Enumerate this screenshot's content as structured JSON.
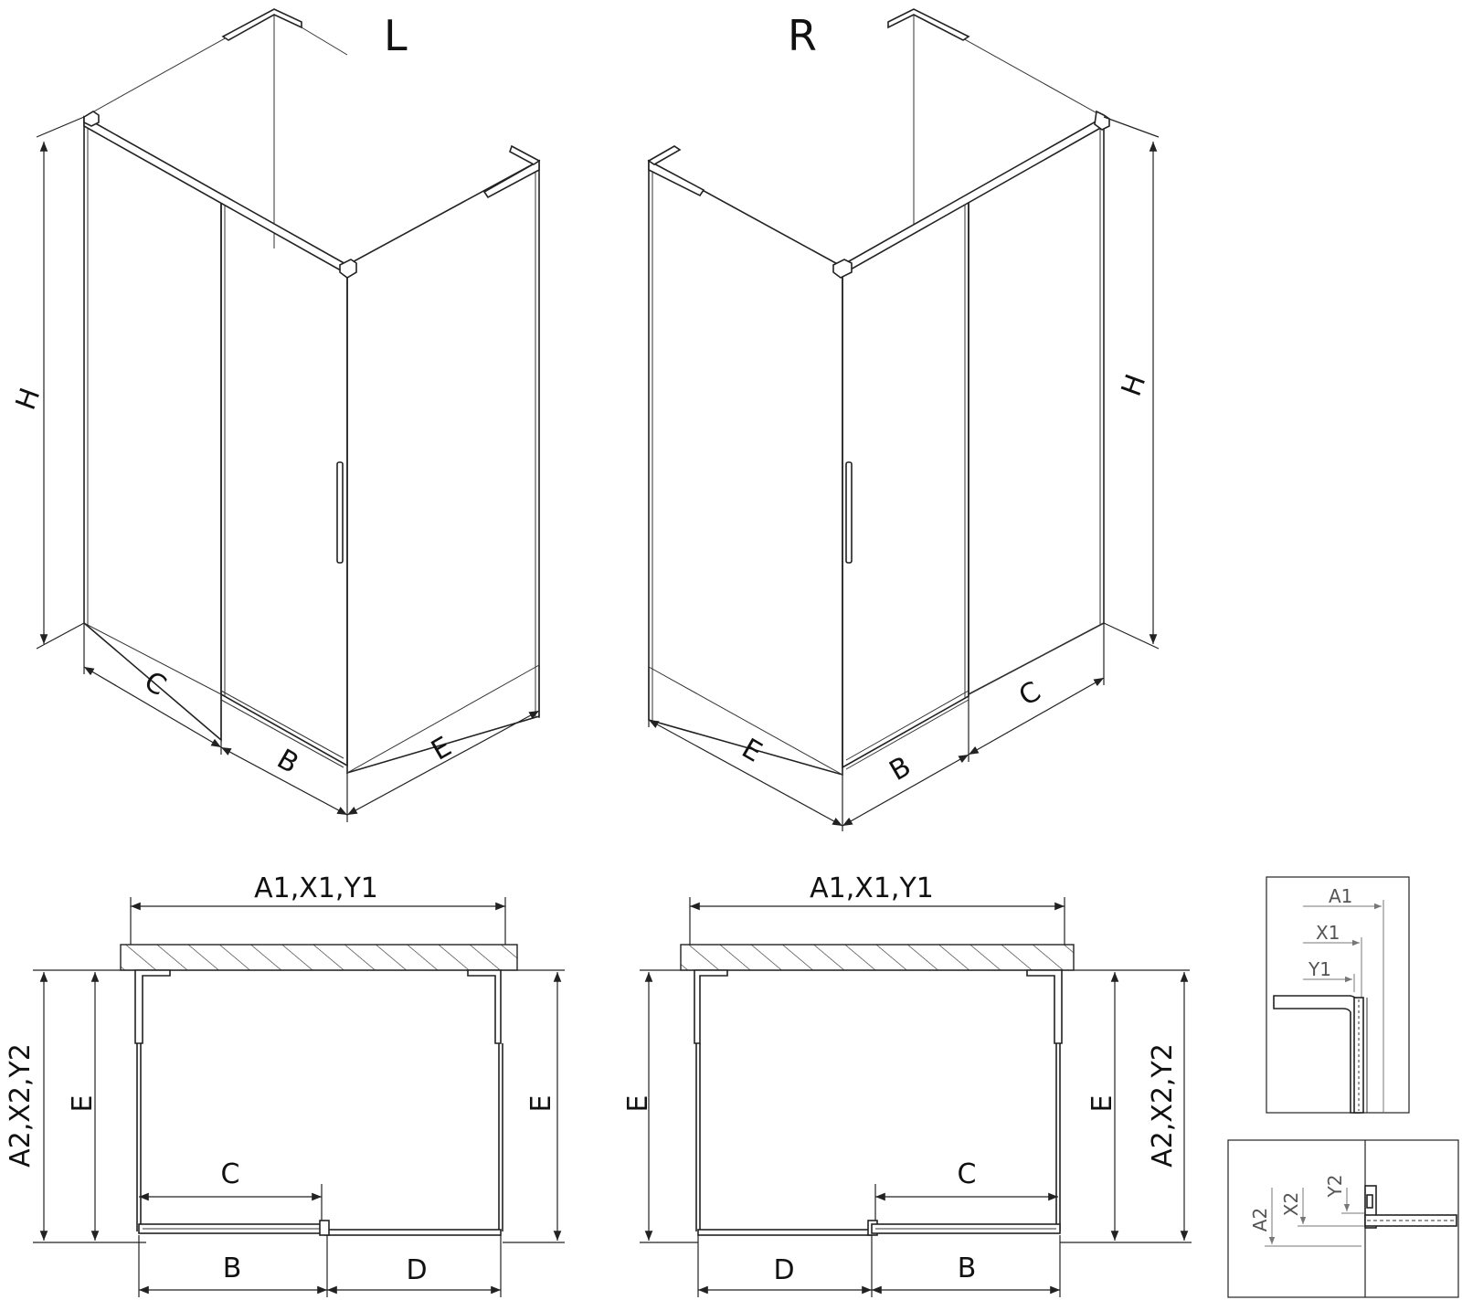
{
  "variants": {
    "left": "L",
    "right": "R"
  },
  "labels": {
    "height": "H",
    "side_c": "C",
    "side_b": "B",
    "side_e": "E",
    "side_d": "D",
    "width_total": "A1,X1,Y1",
    "depth_total": "A2,X2,Y2"
  },
  "detail": {
    "a1": "A1",
    "x1": "X1",
    "y1": "Y1",
    "a2": "A2",
    "x2": "X2",
    "y2": "Y2"
  }
}
